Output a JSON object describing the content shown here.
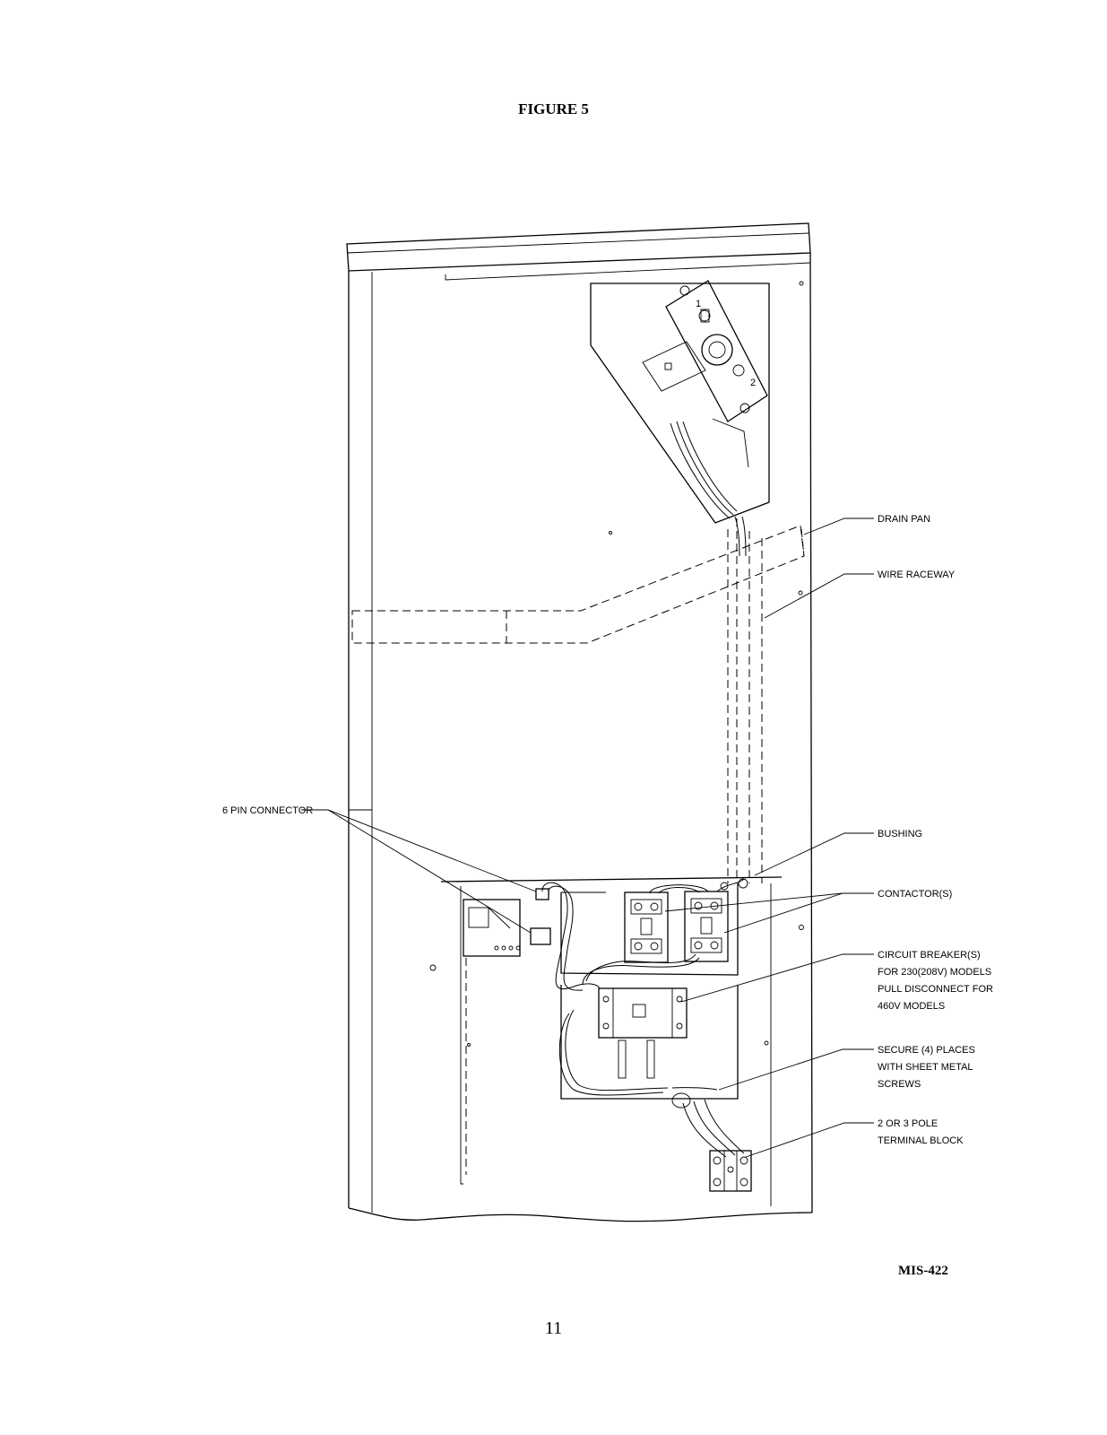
{
  "figure_title": "FIGURE 5",
  "doc_id": "MIS-422",
  "page_number": "11",
  "callouts": {
    "drain_pan": "DRAIN PAN",
    "wire_raceway": "WIRE RACEWAY",
    "six_pin_connector": "6 PIN CONNECTOR",
    "bushing": "BUSHING",
    "contactors": "CONTACTOR(S)",
    "circuit_breaker": [
      "CIRCUIT BREAKER(S)",
      "FOR 230(208V) MODELS",
      "PULL DISCONNECT FOR",
      "460V MODELS"
    ],
    "secure": [
      "SECURE (4) PLACES",
      "WITH SHEET METAL",
      "SCREWS"
    ],
    "terminal_block": [
      "2 OR 3 POLE",
      "TERMINAL BLOCK"
    ]
  },
  "panel_marks": [
    "1",
    "2"
  ]
}
